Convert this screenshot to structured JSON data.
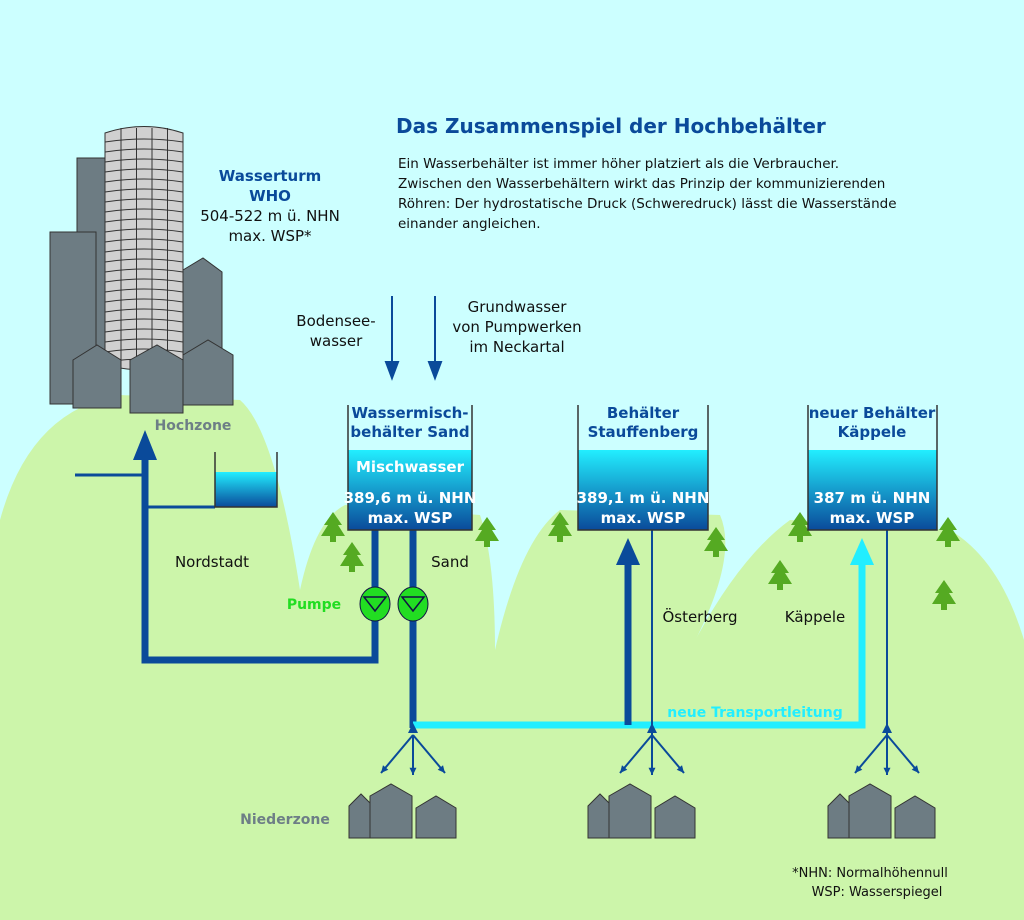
{
  "title": "Das Zusammenspiel der Hochbehälter",
  "intro": [
    "Ein Wasserbehälter ist immer höher platziert als die Verbraucher.",
    "Zwischen den Wasserbehältern wirkt das Prinzip der kommunizierenden",
    "Röhren: Der hydrostatische Druck (Schweredruck) lässt die Wasserstände",
    "einander angleichen."
  ],
  "tower": {
    "name1": "Wasserturm",
    "name2": "WHO",
    "level": "504-522 m ü. NHN",
    "note": "max. WSP*"
  },
  "sources": {
    "bodensee": [
      "Bodensee-",
      "wasser"
    ],
    "grundwasser": [
      "Grundwasser",
      "von Pumpwerken",
      "im Neckartal"
    ]
  },
  "tanks": [
    {
      "name": [
        "Wassermisch-",
        "behälter Sand"
      ],
      "water_label": "Mischwasser",
      "level": "389,6 m ü. NHN",
      "note": "max. WSP"
    },
    {
      "name": [
        "Behälter",
        "Stauffenberg"
      ],
      "level": "389,1 m ü. NHN",
      "note": "max. WSP"
    },
    {
      "name": [
        "neuer Behälter",
        "Käppele"
      ],
      "level": "387 m ü. NHN",
      "note": "max. WSP"
    }
  ],
  "zones": {
    "hoch": "Hochzone",
    "nieder": "Niederzone"
  },
  "places": {
    "nordstadt": "Nordstadt",
    "sand": "Sand",
    "osterberg": "Österberg",
    "kappele": "Käppele"
  },
  "pump_label": "Pumpe",
  "transport_label": "neue Transportleitung",
  "footnote": [
    "*NHN: Normalhöhennull",
    "WSP: Wasserspiegel"
  ],
  "colors": {
    "sky": "#ccffff",
    "hill": "#ccf5aa",
    "pipe": "#0a4a9a",
    "new_pipe": "#22eeff",
    "pump": "#22dd22",
    "tree": "#55aa22",
    "building": "#6d7c83",
    "title": "#0a4a9a"
  }
}
